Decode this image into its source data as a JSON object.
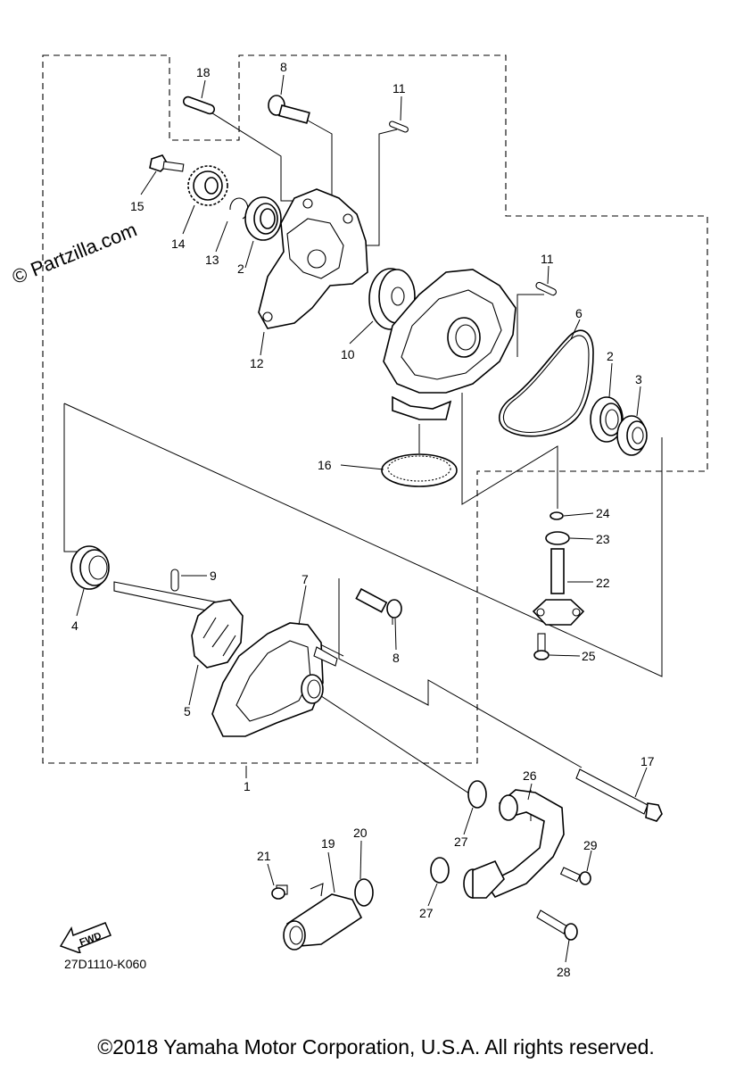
{
  "watermark": "© Partzilla.com",
  "diagram_code": "27D1110-K060",
  "copyright": "©2018 Yamaha Motor Corporation, U.S.A. All rights reserved.",
  "fwd_label": "FWD",
  "callouts": [
    "1",
    "2",
    "2",
    "3",
    "4",
    "5",
    "6",
    "7",
    "8",
    "8",
    "9",
    "10",
    "11",
    "11",
    "12",
    "13",
    "14",
    "15",
    "16",
    "17",
    "19",
    "20",
    "21",
    "22",
    "23",
    "24",
    "25",
    "26",
    "27",
    "27",
    "28",
    "29",
    "18"
  ]
}
